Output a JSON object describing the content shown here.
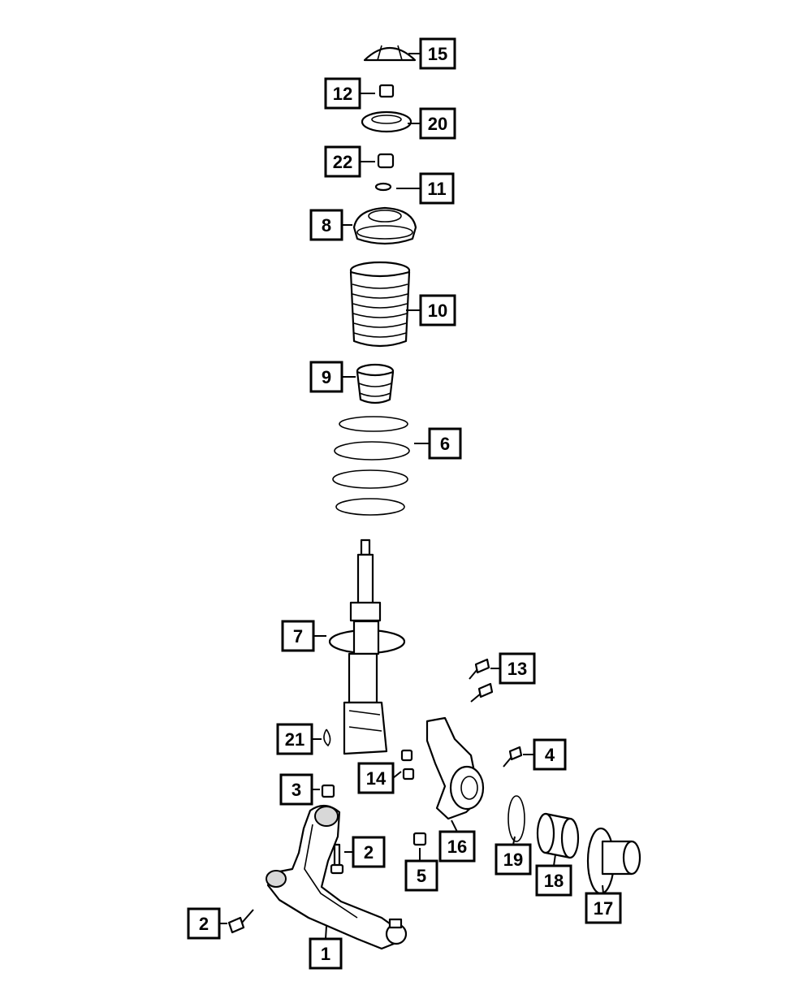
{
  "callouts": {
    "c15": "15",
    "c12": "12",
    "c20": "20",
    "c22": "22",
    "c11": "11",
    "c8": "8",
    "c10": "10",
    "c9": "9",
    "c6": "6",
    "c7": "7",
    "c13": "13",
    "c21": "21",
    "c4": "4",
    "c14": "14",
    "c3": "3",
    "c2a": "2",
    "c5": "5",
    "c16": "16",
    "c19": "19",
    "c18": "18",
    "c17": "17",
    "c2b": "2",
    "c1": "1"
  }
}
